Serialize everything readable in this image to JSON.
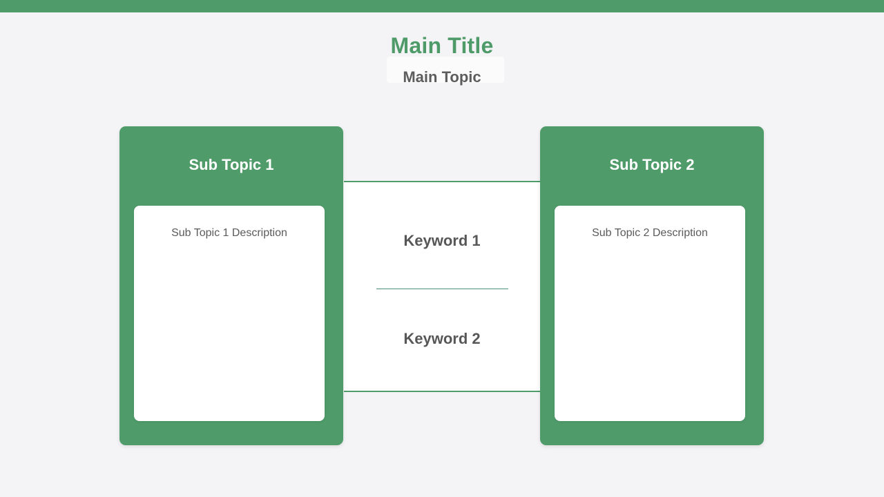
{
  "theme": {
    "accent_green": "#4f9b6a",
    "background": "#f4f4f6",
    "card_text": "#ffffff",
    "body_text": "#5a5a5a",
    "divider": "#4a8b7c"
  },
  "header": {
    "title": "Main Title",
    "topic": "Main Topic"
  },
  "cards": [
    {
      "title": "Sub Topic 1",
      "description": "Sub Topic 1 Description"
    },
    {
      "title": "Sub Topic 2",
      "description": "Sub Topic 2 Description"
    }
  ],
  "keywords": {
    "items": [
      {
        "label": "Keyword 1"
      },
      {
        "label": "Keyword 2"
      }
    ]
  }
}
